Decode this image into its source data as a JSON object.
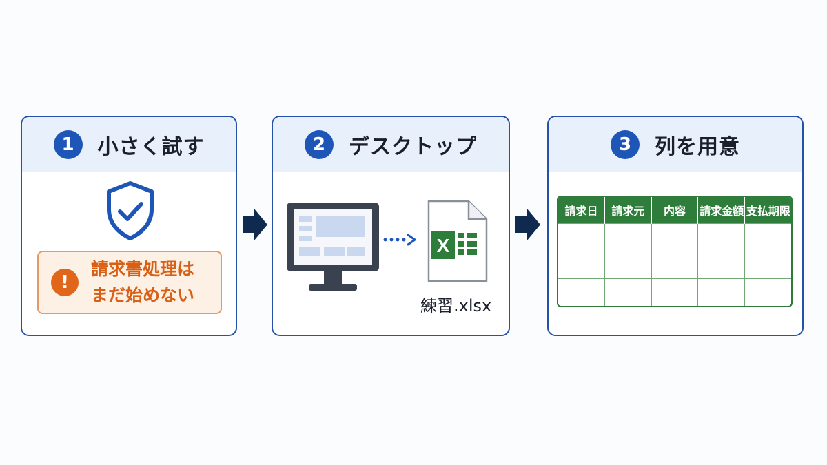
{
  "steps": [
    {
      "number": "1",
      "title": "小さく試す"
    },
    {
      "number": "2",
      "title": "デスクトップ"
    },
    {
      "number": "3",
      "title": "列を用意"
    }
  ],
  "warning": {
    "icon": "exclamation-icon",
    "line1": "請求書処理は",
    "line2": "まだ始めない"
  },
  "file": {
    "name": "練習.xlsx",
    "excel_glyph": "X"
  },
  "spreadsheet": {
    "headers": [
      "請求日",
      "請求元",
      "内容",
      "請求金額",
      "支払期限"
    ],
    "empty_rows": 3
  },
  "colors": {
    "primary": "#1e56b8",
    "header_bg": "#e8f0fb",
    "warning": "#e0661c",
    "excel_green": "#2f7d3b",
    "arrow": "#102a4f"
  }
}
